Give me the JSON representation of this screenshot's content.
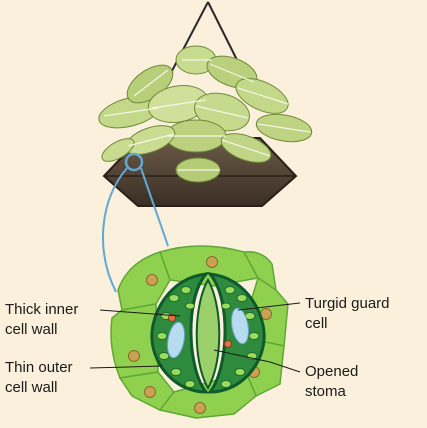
{
  "labels": {
    "thick_inner_wall": [
      "Thick inner",
      "cell wall"
    ],
    "thin_outer_wall": [
      "Thin outer",
      "cell wall"
    ],
    "turgid_guard_cell": [
      "Turgid guard",
      "cell"
    ],
    "opened_stoma": [
      "Opened",
      "stoma"
    ]
  },
  "colors": {
    "background": "#fbf0dc",
    "epidermal_cell": "#8fd14f",
    "epidermal_cell_edge": "#5fa836",
    "nucleus": "#c9a253",
    "guard_cell_wall": "#0f5a2a",
    "guard_cell_fill": "#2e8a3c",
    "chloroplast": "#9bdc5a",
    "vacuole": "#b8dcef",
    "connector": "#5fa8d8",
    "leaf": "#c4d88a",
    "leaf_vein": "#f4f7e8",
    "pot": "#5a4a3a"
  }
}
